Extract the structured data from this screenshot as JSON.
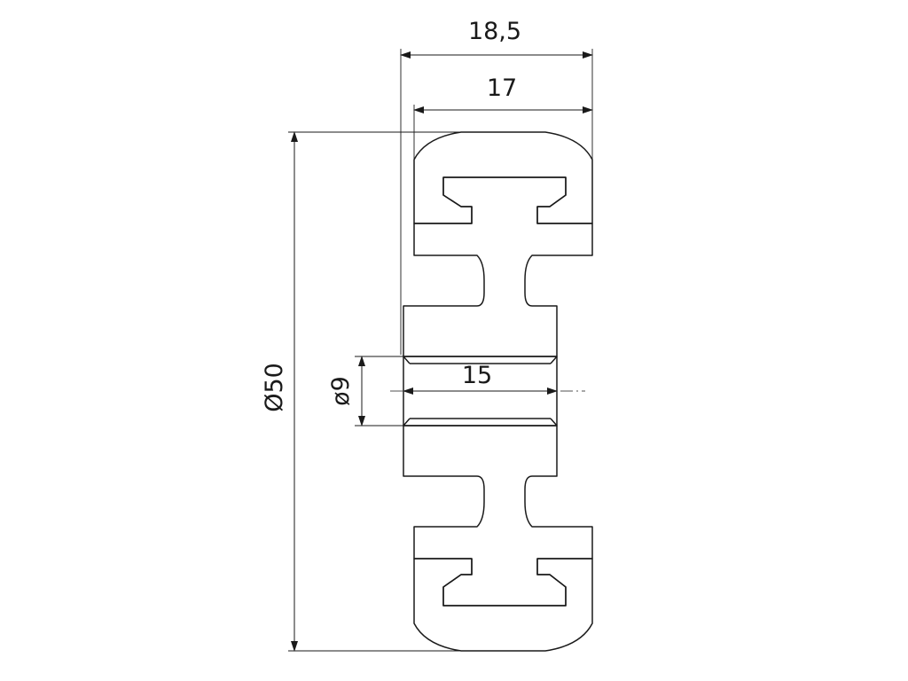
{
  "drawing": {
    "dimensions": {
      "overall_width": "18,5",
      "tread_width": "17",
      "bore_length": "15",
      "bore_diameter": "ø9",
      "wheel_diameter": "Ø50"
    }
  },
  "colors": {
    "line": "#1a1a1a",
    "background": "#ffffff"
  }
}
